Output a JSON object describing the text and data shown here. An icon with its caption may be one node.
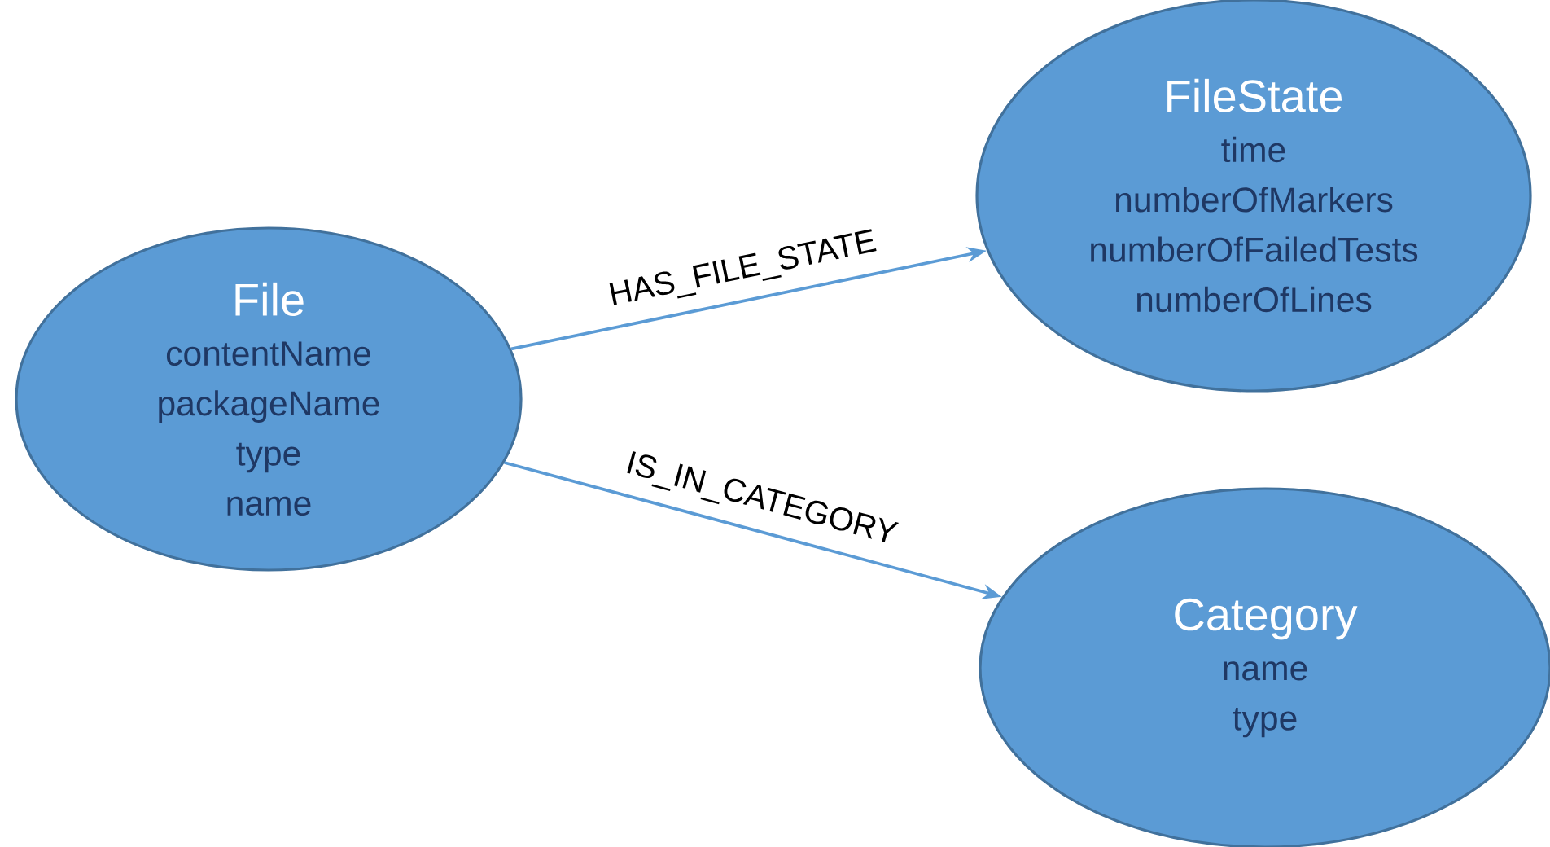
{
  "diagram": {
    "nodes": [
      {
        "text": [
          "File",
          "contentName",
          "packageName",
          "type",
          "name"
        ]
      },
      {
        "text": [
          "FileState",
          "time",
          "numberOfMarkers",
          "numberOfFailedTests",
          "numberOfLines"
        ]
      },
      {
        "text": [
          "Category",
          "name",
          "type"
        ]
      }
    ],
    "edges": [
      {
        "from": 0,
        "to": 1,
        "arrow": "to",
        "label": "HAS_FILE_STATE"
      },
      {
        "from": 0,
        "to": 2,
        "arrow": "to",
        "label": "IS_IN_CATEGORY"
      }
    ]
  }
}
